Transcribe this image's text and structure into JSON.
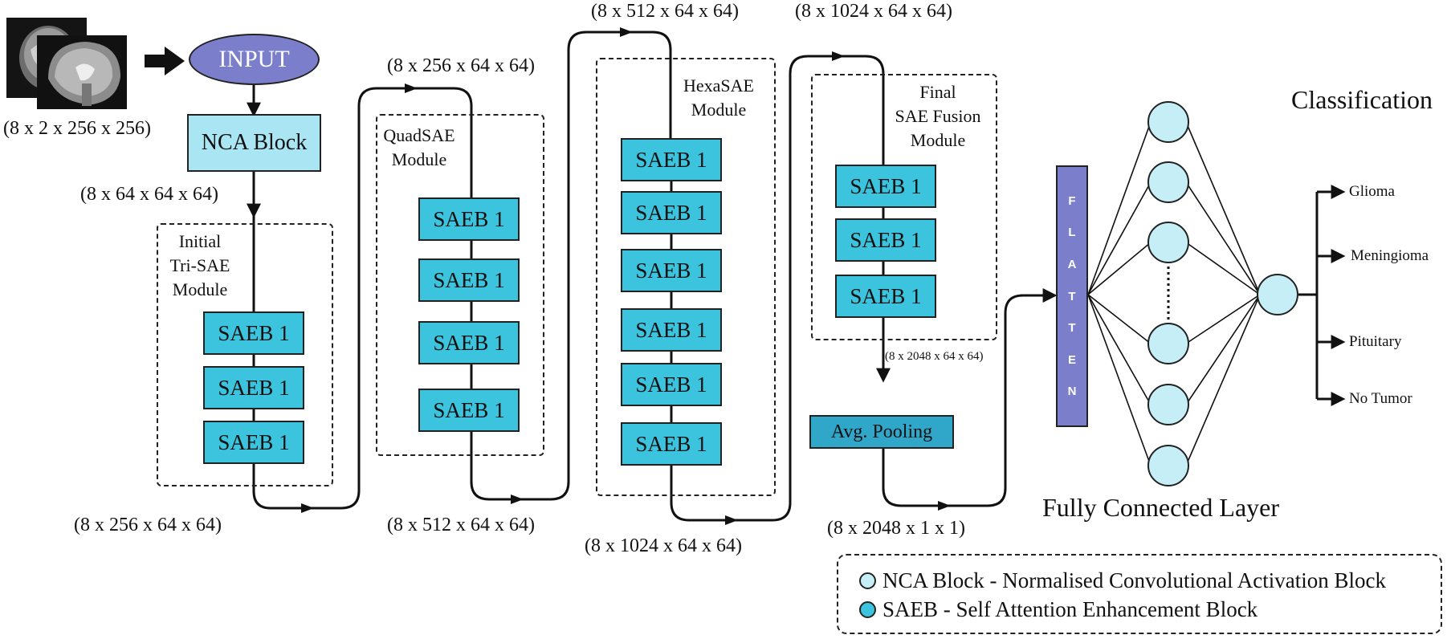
{
  "input": {
    "label": "INPUT",
    "shape": "(8 x 2 x 256 x 256)"
  },
  "nca_block": {
    "label": "NCA Block",
    "out_shape": "(8 x 64 x 64 x 64)"
  },
  "modules": {
    "initial": {
      "title_line1": "Initial",
      "title_line2": "Tri-SAE",
      "title_line3": "Module",
      "blocks": [
        "SAEB 1",
        "SAEB 1",
        "SAEB 1"
      ],
      "out_shape": "(8 x 256 x 64 x 64)"
    },
    "quad": {
      "title_line1": "QuadSAE",
      "title_line2": "Module",
      "in_shape": "(8 x 256 x 64 x 64)",
      "blocks": [
        "SAEB 1",
        "SAEB 1",
        "SAEB 1",
        "SAEB 1"
      ],
      "out_shape": "(8 x 512 x 64 x 64)"
    },
    "hexa": {
      "title_line1": "HexaSAE",
      "title_line2": "Module",
      "in_shape": "(8 x 512 x 64 x 64)",
      "blocks": [
        "SAEB 1",
        "SAEB 1",
        "SAEB 1",
        "SAEB 1",
        "SAEB 1",
        "SAEB 1"
      ],
      "out_shape": "(8 x 1024 x 64 x 64)"
    },
    "final": {
      "title_line1": "Final",
      "title_line2": "SAE Fusion",
      "title_line3": "Module",
      "in_shape": "(8 x 1024 x 64 x 64)",
      "blocks": [
        "SAEB 1",
        "SAEB 1",
        "SAEB 1"
      ],
      "out_shape": "(8 x 2048 x 64 x 64)"
    }
  },
  "pooling": {
    "label": "Avg. Pooling",
    "out_shape": "(8 x 2048 x 1 x 1)"
  },
  "flatten": {
    "letters": [
      "F",
      "L",
      "A",
      "T",
      "T",
      "E",
      "N"
    ]
  },
  "fc_layer": {
    "title": "Fully Connected Layer"
  },
  "classification": {
    "title": "Classification",
    "classes": [
      "Glioma",
      "Meningioma",
      "Pituitary",
      "No Tumor"
    ]
  },
  "legend": {
    "nca": "NCA Block - Normalised Convolutional Activation Block",
    "saeb": "SAEB - Self Attention Enhancement Block"
  },
  "colors": {
    "nca": "#a9e5f2",
    "saeb": "#3cc3dd",
    "input": "#7b7fcb",
    "flatten": "#7b7fcb",
    "pool": "#30a6c9",
    "neuron": "#c6eef7",
    "line": "#111111"
  }
}
